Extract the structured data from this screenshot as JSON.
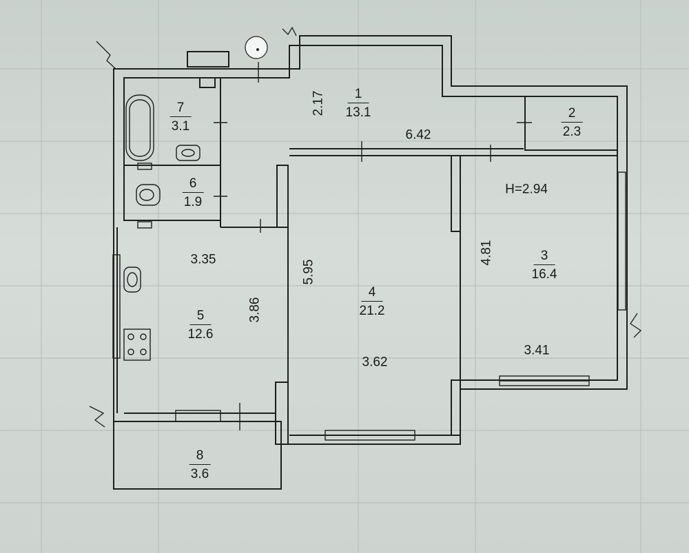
{
  "ceiling_height": "H=2.94",
  "rooms": [
    {
      "number": "1",
      "area": "13.1"
    },
    {
      "number": "2",
      "area": "2.3"
    },
    {
      "number": "3",
      "area": "16.4"
    },
    {
      "number": "4",
      "area": "21.2"
    },
    {
      "number": "5",
      "area": "12.6"
    },
    {
      "number": "6",
      "area": "1.9"
    },
    {
      "number": "7",
      "area": "3.1"
    },
    {
      "number": "8",
      "area": "3.6"
    }
  ],
  "dimensions": {
    "hall_depth": "2.17",
    "hall_length": "6.42",
    "room3_depth": "4.81",
    "room3_width": "3.41",
    "room4_depth": "5.95",
    "room4_width": "3.62",
    "kitchen_width": "3.35",
    "kitchen_depth": "3.86"
  }
}
